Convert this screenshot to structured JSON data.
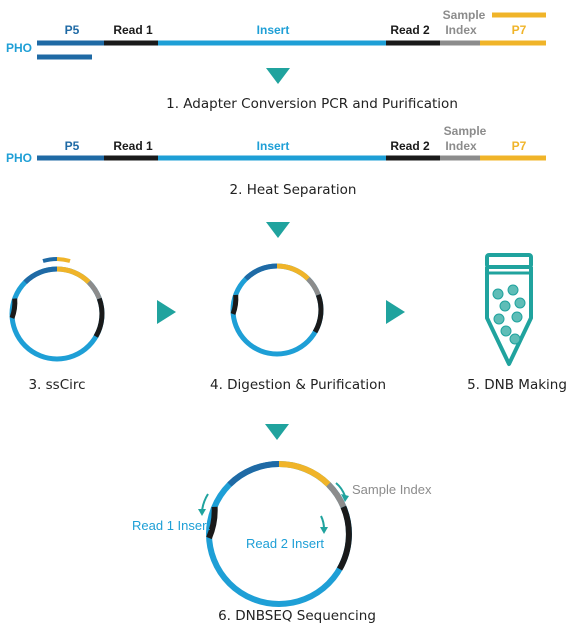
{
  "colors": {
    "p5": "#1f6aa5",
    "read": "#1a1a1a",
    "insert": "#1e9fd6",
    "index": "#8c8c8c",
    "p7": "#f0b429",
    "teal": "#20a39e",
    "step_text": "#222222"
  },
  "segments": {
    "p5": "P5",
    "read1": "Read 1",
    "insert": "Insert",
    "read2": "Read 2",
    "sample_line1": "Sample",
    "sample_line2": "Index",
    "p7": "P7",
    "pho": "PHO"
  },
  "steps": {
    "s1": "1.  Adapter Conversion PCR and Purification",
    "s2": "2.  Heat Separation",
    "s3": "3.  ssCirc",
    "s4": "4.  Digestion & Purification",
    "s5": "5.  DNB Making",
    "s6": "6.  DNBSEQ Sequencing"
  },
  "annotations": {
    "sample_index": "Sample Index",
    "read1_insert": "Read 1 Insert",
    "read2_insert": "Read 2 Insert"
  },
  "icons": [
    "down-arrow-icon",
    "right-arrow-icon",
    "tube-icon",
    "dnb-ball-icon",
    "curved-arrow-icon"
  ]
}
